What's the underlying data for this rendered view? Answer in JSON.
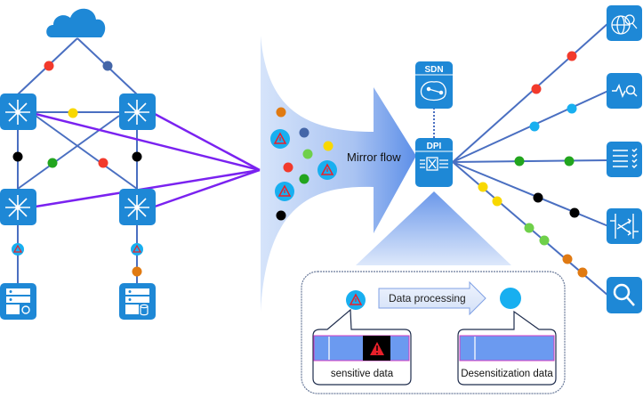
{
  "diagram": {
    "mirror_label": "Mirror flow",
    "sdn_label": "SDN",
    "dpi_label": "DPI",
    "processing_label": "Data processing",
    "sensitive_label": "sensitive data",
    "desensitized_label": "Desensitization data"
  },
  "colors": {
    "device_blue": "#1e88d6",
    "link_blue": "#4a6fc1",
    "mirror_purple": "#7a22f0",
    "packet_red": "#f23a2c",
    "packet_navy": "#4466a8",
    "packet_yellow": "#f8d800",
    "packet_black": "#000000",
    "packet_green": "#22a51e",
    "packet_lightgreen": "#6fd04a",
    "packet_orange": "#e07a12",
    "packet_cyan": "#18aff0",
    "alert_red": "#e8202a"
  },
  "network": {
    "nodes": [
      {
        "id": "cloud",
        "type": "cloud-icon"
      },
      {
        "id": "core-switch-left",
        "type": "switch-icon"
      },
      {
        "id": "core-switch-right",
        "type": "switch-icon"
      },
      {
        "id": "access-switch-left",
        "type": "switch-icon"
      },
      {
        "id": "access-switch-right",
        "type": "switch-icon"
      },
      {
        "id": "server-app",
        "type": "server-gear-icon"
      },
      {
        "id": "server-db",
        "type": "server-database-icon"
      }
    ]
  },
  "tools": [
    {
      "id": "web-inspect",
      "icon": "globe-search-icon"
    },
    {
      "id": "traffic-analysis",
      "icon": "pulse-search-icon"
    },
    {
      "id": "log-audit",
      "icon": "checklist-icon"
    },
    {
      "id": "load-balance",
      "icon": "exchange-arrows-icon"
    },
    {
      "id": "search",
      "icon": "magnifier-icon"
    }
  ]
}
